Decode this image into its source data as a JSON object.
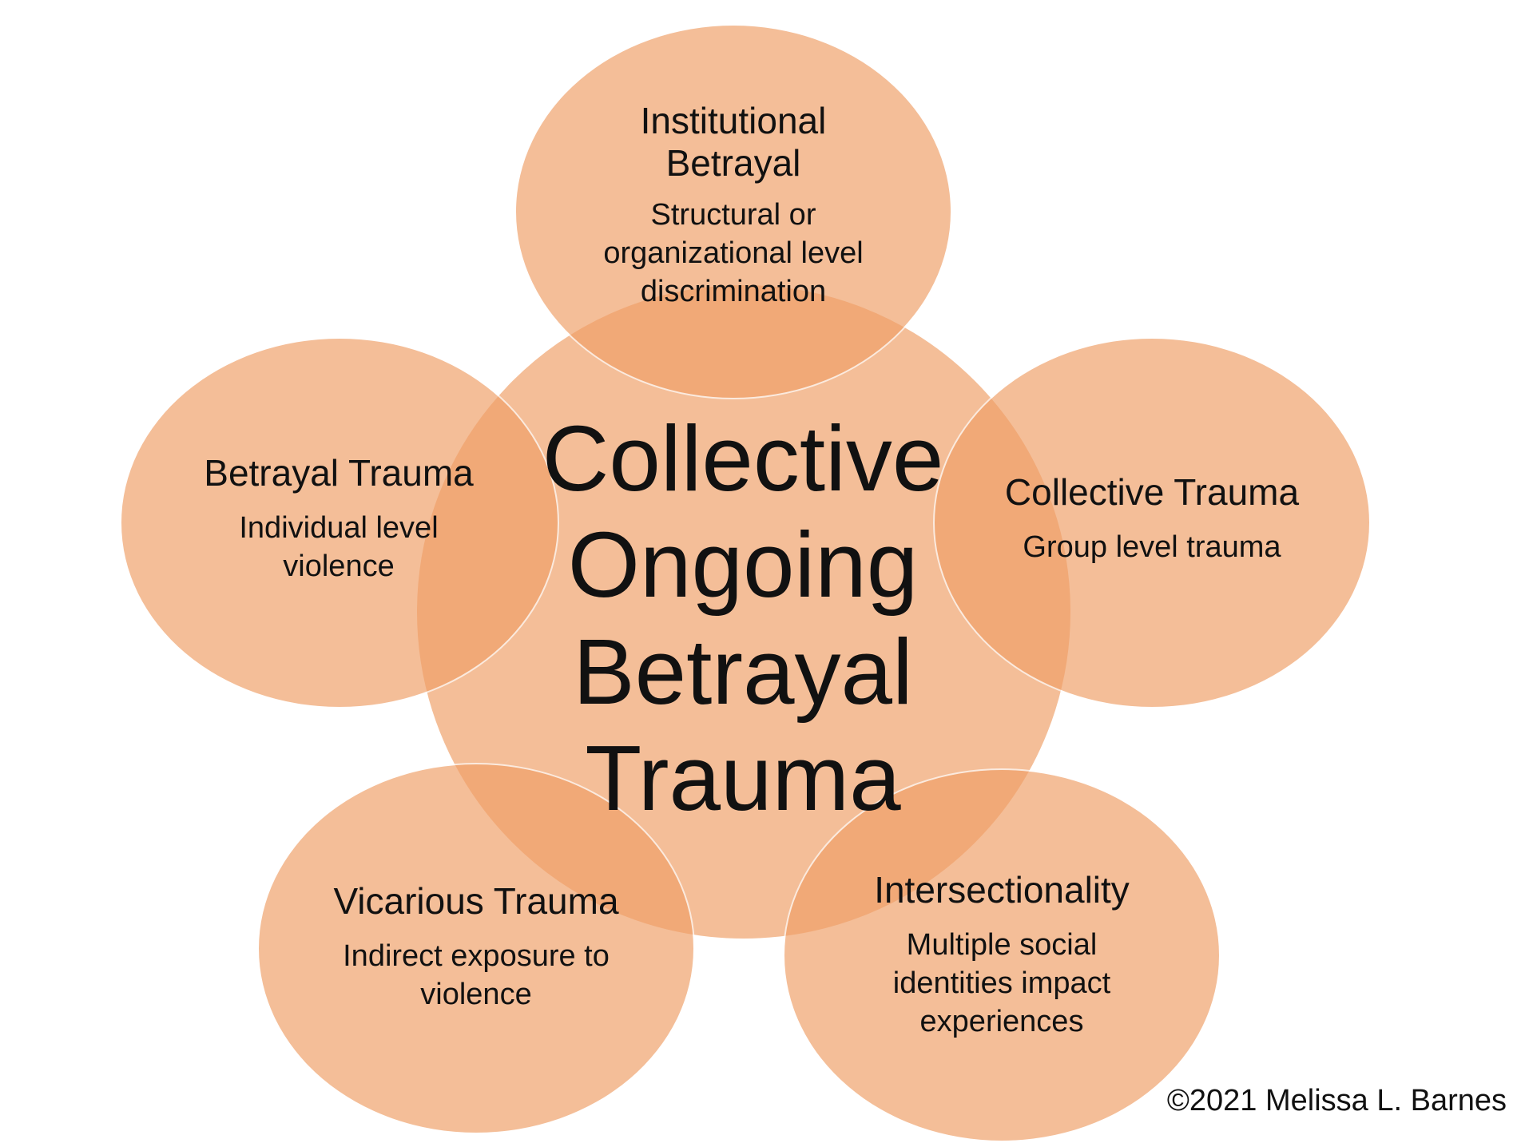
{
  "diagram": {
    "center": {
      "title": "Collective\nOngoing\nBetrayal\nTrauma"
    },
    "nodes": [
      {
        "id": "institutional-betrayal",
        "title": "Institutional\nBetrayal",
        "description": "Structural or\norganizational level\ndiscrimination"
      },
      {
        "id": "betrayal-trauma",
        "title": "Betrayal Trauma",
        "description": "Individual level\nviolence"
      },
      {
        "id": "collective-trauma",
        "title": "Collective Trauma",
        "description": "Group level trauma"
      },
      {
        "id": "vicarious-trauma",
        "title": "Vicarious Trauma",
        "description": "Indirect exposure to\nviolence"
      },
      {
        "id": "intersectionality",
        "title": "Intersectionality",
        "description": "Multiple social\nidentities impact\nexperiences"
      }
    ],
    "fill_color": "#f0a068",
    "copyright": "©2021 Melissa L. Barnes"
  }
}
